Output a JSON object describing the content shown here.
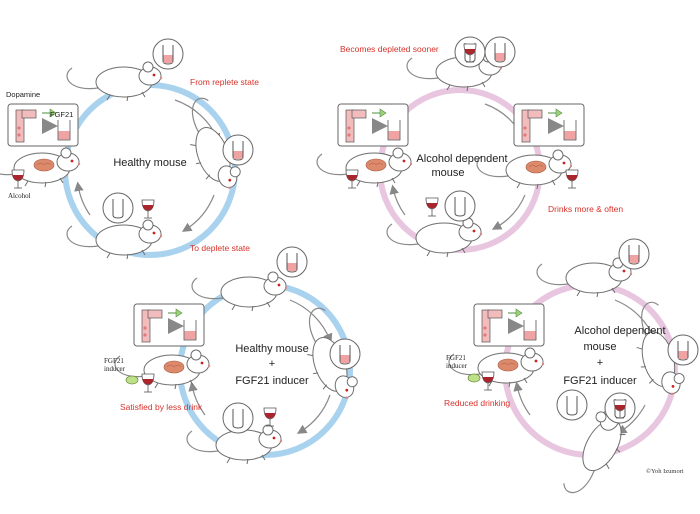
{
  "colors": {
    "healthy_ring": "#a9d2ee",
    "dependent_ring": "#e8c6df",
    "label_red": "#d8322a",
    "glass_fill": "#f0a3a3",
    "brain": "#dd8a6c"
  },
  "panels": {
    "top_left": {
      "center": "Healthy mouse",
      "dopamine": "Dopamine",
      "fgf21": "FGF21",
      "alcohol": "Alcohol",
      "state_top": "From replete state",
      "state_bottom": "To deplete state"
    },
    "top_right": {
      "center_line1": "Alcohol dependent",
      "center_line2": "mouse",
      "note_top": "Becomes depleted sooner",
      "note_right": "Drinks more & often"
    },
    "bottom_left": {
      "center_line1": "Healthy mouse",
      "plus": "+",
      "center_line3": "FGF21 inducer",
      "inducer_line1": "FGF21",
      "inducer_line2": "inducer",
      "note": "Satisfied by less drink"
    },
    "bottom_right": {
      "center_line1": "Alcohol dependent",
      "center_line2": "mouse",
      "plus": "+",
      "center_line4": "FGF21 inducer",
      "inducer_line1": "FGF21",
      "inducer_line2": "inducer",
      "note": "Reduced drinking"
    }
  },
  "credit": "©Yoh Izumori"
}
